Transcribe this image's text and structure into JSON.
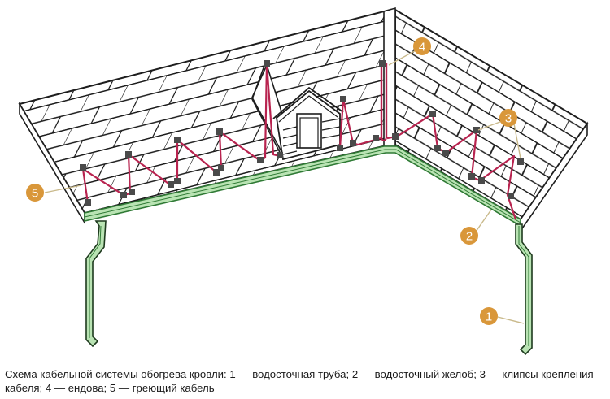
{
  "diagram": {
    "title": "Схема кабельной системы обогрева кровли",
    "colors": {
      "outline": "#1e1e1e",
      "cable": "#b8234f",
      "gutter_fill": "#b9e3b3",
      "gutter_line": "#2f7a35",
      "badge": "#d9973a",
      "leader": "#c9b98a",
      "clip": "#4a4a4a"
    },
    "labels": [
      {
        "number": "1",
        "target": "водосточная труба"
      },
      {
        "number": "2",
        "target": "водосточный желоб"
      },
      {
        "number": "3",
        "target": "клипсы крепления кабеля"
      },
      {
        "number": "4",
        "target": "ендова"
      },
      {
        "number": "5",
        "target": "греющий кабель"
      }
    ]
  },
  "caption": {
    "text": "Схема кабельной системы обогрева кровли: 1 — водосточная труба; 2 — водосточный желоб; 3 — клипсы крепления кабеля; 4 — ендова; 5 — греющий кабель"
  }
}
